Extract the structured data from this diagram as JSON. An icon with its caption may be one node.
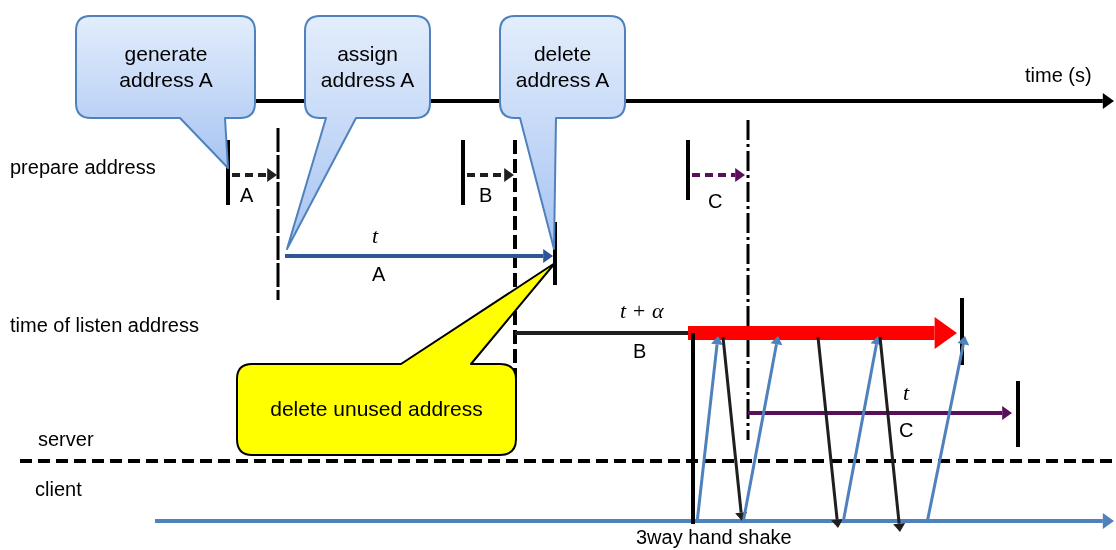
{
  "diagram": {
    "nodes": [
      {
        "text": [
          "generate address A"
        ]
      },
      {
        "text": [
          "assign address A"
        ]
      },
      {
        "text": [
          "delete address A"
        ]
      },
      {
        "text": [
          "delete unused address"
        ]
      }
    ],
    "labels": [
      "time (s)",
      "prepare address",
      "A",
      "B",
      "C",
      "t",
      "A",
      "time of listen address",
      "t + α",
      "B",
      "t",
      "C",
      "server",
      "client",
      "3way hand shake"
    ]
  }
}
